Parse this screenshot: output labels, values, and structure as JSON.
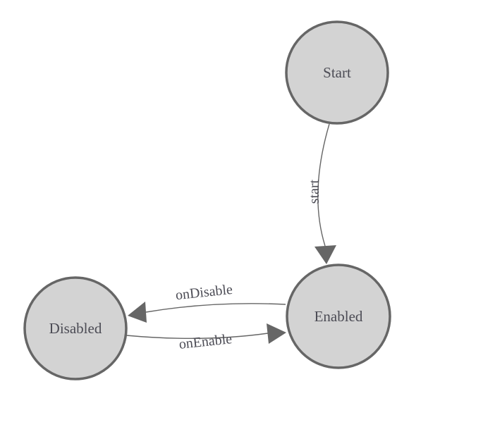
{
  "diagram": {
    "background": "#ffffff",
    "colors": {
      "node_fill": "#d3d3d3",
      "node_stroke": "#666666",
      "edge_color": "#666666",
      "arrow_color": "#666666",
      "text_color": "#4c4c55"
    },
    "nodes": [
      {
        "id": "Start",
        "label": "Start"
      },
      {
        "id": "Enabled",
        "label": "Enabled"
      },
      {
        "id": "Disabled",
        "label": "Disabled"
      }
    ],
    "edges": [
      {
        "from": "Start",
        "to": "Enabled",
        "label": "start"
      },
      {
        "from": "Enabled",
        "to": "Disabled",
        "label": "onDisable"
      },
      {
        "from": "Disabled",
        "to": "Enabled",
        "label": "onEnable"
      }
    ]
  }
}
